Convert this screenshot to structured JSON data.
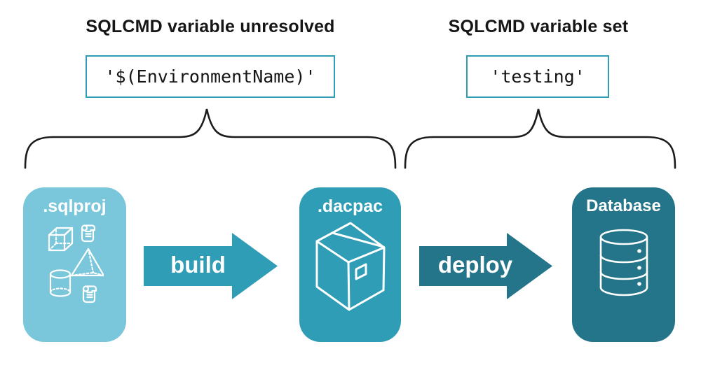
{
  "colors": {
    "light_teal": "#7AC6DB",
    "mid_teal": "#2F9DB5",
    "dark_teal": "#24758A",
    "line_black": "#1B1B1B"
  },
  "annotations": {
    "left": {
      "heading": "SQLCMD variable unresolved",
      "code": "'$(EnvironmentName)'"
    },
    "right": {
      "heading": "SQLCMD variable set",
      "code": "'testing'"
    }
  },
  "pipeline": {
    "nodes": [
      {
        "id": "sqlproj",
        "label": ".sqlproj",
        "icon": "sql-objects-icon"
      },
      {
        "id": "dacpac",
        "label": ".dacpac",
        "icon": "package-box-icon"
      },
      {
        "id": "database",
        "label": "Database",
        "icon": "database-cylinder-icon"
      }
    ],
    "arrows": [
      {
        "label": "build"
      },
      {
        "label": "deploy"
      }
    ]
  }
}
